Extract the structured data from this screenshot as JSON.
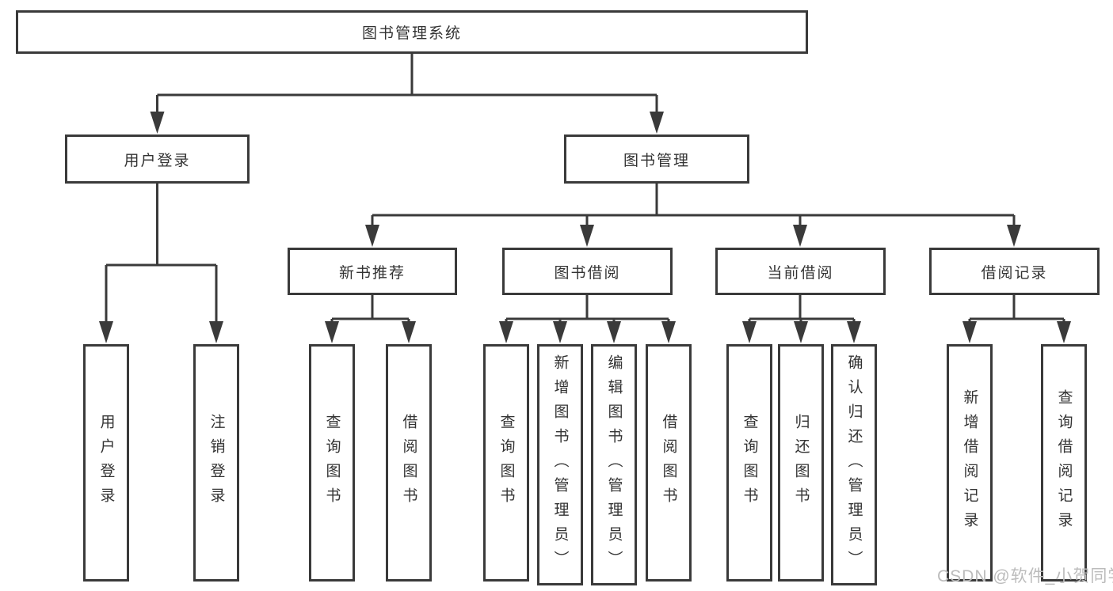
{
  "diagram": {
    "root": {
      "label": "图书管理系统"
    },
    "branches": [
      {
        "label": "用户登录",
        "children": [
          "用户登录",
          "注销登录"
        ]
      },
      {
        "label": "图书管理",
        "sections": [
          {
            "label": "新书推荐",
            "children": [
              "查询图书",
              "借阅图书"
            ]
          },
          {
            "label": "图书借阅",
            "children": [
              "查询图书",
              "新增图书（管理员）",
              "编辑图书（管理员）",
              "借阅图书"
            ]
          },
          {
            "label": "当前借阅",
            "children": [
              "查询图书",
              "归还图书",
              "确认归还（管理员）"
            ]
          },
          {
            "label": "借阅记录",
            "children": [
              "新增借阅记录",
              "查询借阅记录"
            ]
          }
        ]
      }
    ]
  },
  "watermark": {
    "text": "CSDN @软件_小贺同学"
  },
  "colors": {
    "line": "#3a3a3a",
    "text": "#333333",
    "background": "#ffffff",
    "watermark": "#bcbcbc"
  }
}
